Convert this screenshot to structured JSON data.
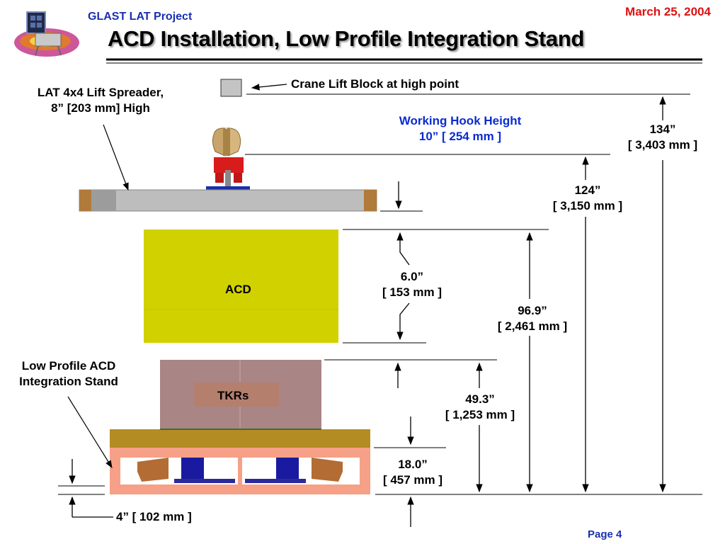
{
  "header": {
    "project": "GLAST LAT Project",
    "date": "March 25, 2004",
    "title": "ACD Installation, Low Profile Integration Stand"
  },
  "footer": {
    "page": "Page 4"
  },
  "labels": {
    "crane_block": "Crane Lift Block at high point",
    "spreader_line1": "LAT 4x4 Lift Spreader,",
    "spreader_line2": "8” [203 mm] High",
    "hook_line1": "Working Hook Height",
    "hook_line2": "10” [ 254 mm ]",
    "acd": "ACD",
    "tkrs": "TKRs",
    "stand_line1": "Low Profile ACD",
    "stand_line2": "Integration Stand"
  },
  "dimensions": {
    "d134_line1": "134”",
    "d134_line2": "[ 3,403 mm ]",
    "d124_line1": "124”",
    "d124_line2": "[ 3,150 mm ]",
    "d6_line1": "6.0”",
    "d6_line2": "[ 153 mm ]",
    "d969_line1": "96.9”",
    "d969_line2": "[ 2,461 mm ]",
    "d493_line1": "49.3”",
    "d493_line2": "[ 1,253 mm ]",
    "d18_line1": "18.0”",
    "d18_line2": "[ 457 mm ]",
    "d4": "4” [ 102 mm ]"
  },
  "colors": {
    "acd": "#d0d000",
    "tkr": "#a98585",
    "stand_top": "#b38d23",
    "stand_frame": "#f6a088",
    "spreader": "#b4b4b4",
    "hook_red": "#d81b1b",
    "title_rule": "#000000",
    "hook_text": "#0a2bd0",
    "date_text": "#dd1111"
  }
}
